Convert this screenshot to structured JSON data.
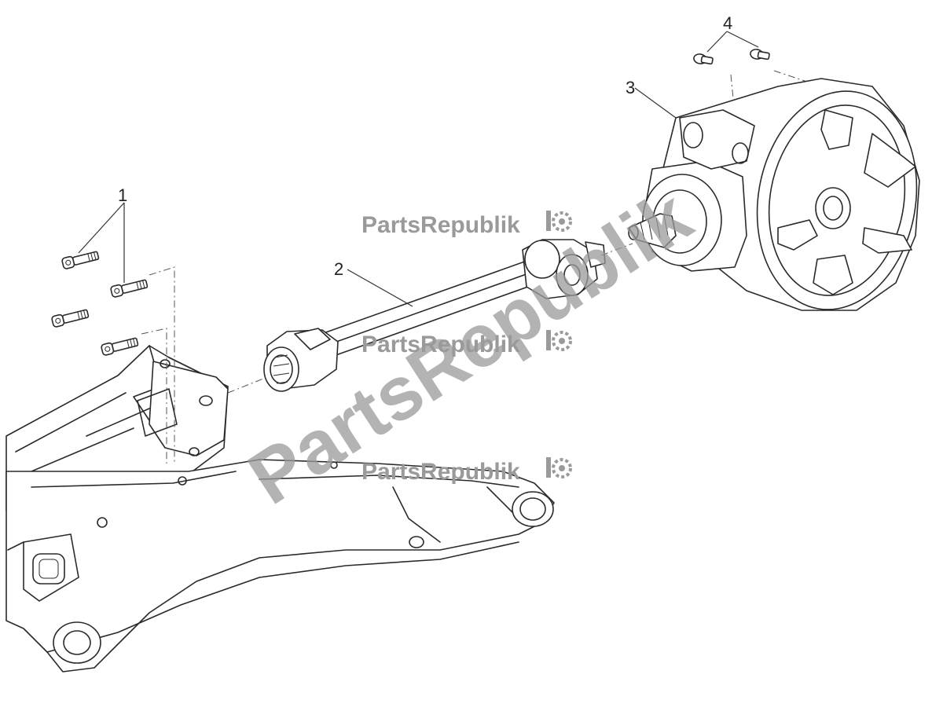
{
  "diagram": {
    "callouts": [
      {
        "id": "1",
        "label": "1"
      },
      {
        "id": "2",
        "label": "2"
      },
      {
        "id": "3",
        "label": "3"
      },
      {
        "id": "4",
        "label": "4"
      }
    ],
    "watermark": {
      "text": "PartsRepublik",
      "color": "#9a9a9a",
      "icon": "gear-icon"
    }
  }
}
